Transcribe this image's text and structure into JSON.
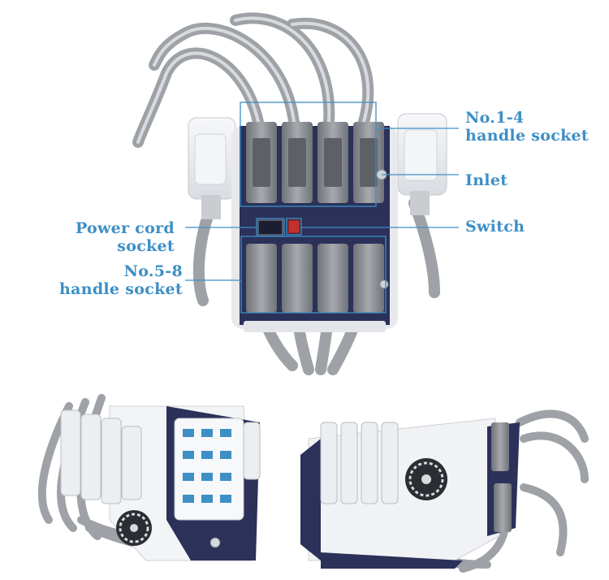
{
  "colors": {
    "accent": "#3d8fc6",
    "callout_line": "#3d8fc6",
    "machine_body": "#eef0f3",
    "machine_navy": "#2b3159",
    "connector_grey": "#8f9296",
    "hose_grey": "#a9adb1",
    "switch_red": "#c0322f"
  },
  "labels": {
    "handle_socket_1_4": {
      "line1": "No.1-4",
      "line2": "handle socket"
    },
    "inlet": "Inlet",
    "switch": "Switch",
    "power_cord_socket": {
      "line1": "Power cord",
      "line2": "socket"
    },
    "handle_socket_5_8": {
      "line1": "No.5-8",
      "line2": "handle socket"
    }
  },
  "icons": {
    "fan": "fan-icon",
    "power_button": "power-button-icon",
    "switch": "switch-icon",
    "power_socket": "power-socket-icon"
  }
}
